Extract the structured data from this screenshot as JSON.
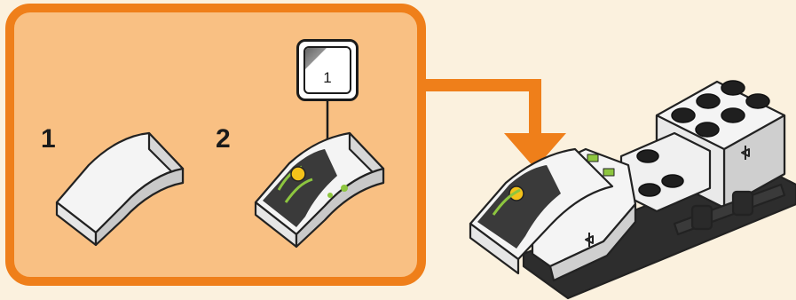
{
  "steps": [
    {
      "number": "1"
    },
    {
      "number": "2"
    }
  ],
  "sticker": {
    "number": "1"
  },
  "colors": {
    "accent_orange": "#ef7f1a",
    "panel_fill": "#f9c083",
    "background": "#fbf1de",
    "sticker_green": "#8dc63f",
    "sticker_yellow": "#f4c21a"
  }
}
